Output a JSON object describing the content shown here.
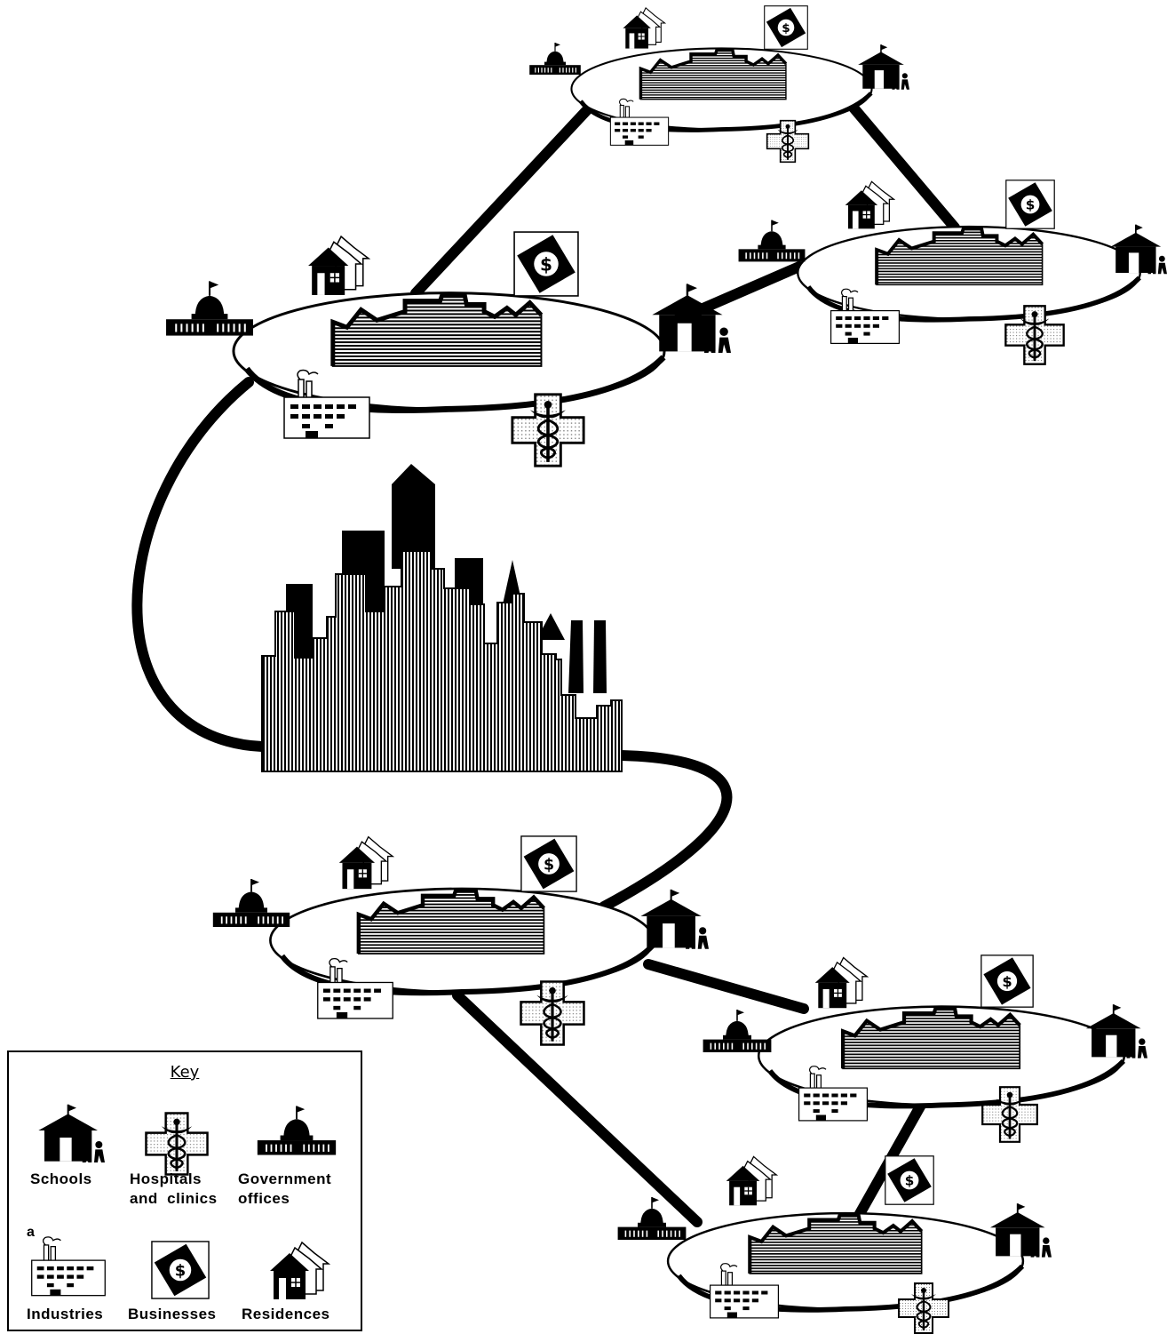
{
  "legend": {
    "title": "Key",
    "footnote_mark": "a",
    "items": [
      {
        "label": "Schools",
        "icon": "school-icon"
      },
      {
        "label": "Hospitals",
        "label2": "and  clinics",
        "icon": "hospital-icon"
      },
      {
        "label": "Government",
        "label2": "offices",
        "icon": "government-office-icon"
      },
      {
        "label": "Industries",
        "icon": "industry-icon"
      },
      {
        "label": "Businesses",
        "icon": "business-icon"
      },
      {
        "label": "Residences",
        "icon": "residence-icon"
      }
    ]
  },
  "central_city": {
    "icon": "city-skyline-icon"
  },
  "satellite_towns": [
    {
      "id": "town-top"
    },
    {
      "id": "town-upper-left"
    },
    {
      "id": "town-upper-right"
    },
    {
      "id": "town-middle"
    },
    {
      "id": "town-lower-right"
    },
    {
      "id": "town-bottom"
    }
  ],
  "colors": {
    "ink": "#000000",
    "paper": "#ffffff"
  }
}
